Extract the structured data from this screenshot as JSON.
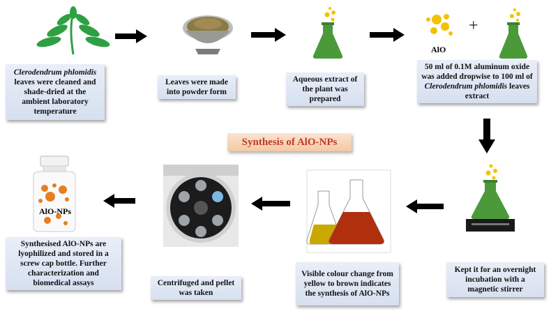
{
  "title": "Synthesis of AlO-NPs",
  "steps": [
    {
      "italic": "Clerodendrum phlomidis",
      "rest": "leaves were cleaned and shade-dried at the ambient laboratory temperature"
    },
    {
      "text": "Leaves were made into powder form"
    },
    {
      "text": "Aqueous extract of the plant was prepared"
    },
    {
      "before": "50 ml of 0.1M aluminum oxide was added dropwise to 100 ml of",
      "italic": "Clerodendrum phlomidis",
      "after": "leaves extract"
    },
    {
      "text": "Kept it for an overnight incubation with a magnetic stirrer"
    },
    {
      "text": "Visible colour change from yellow to brown indicates the synthesis of AlO-NPs"
    },
    {
      "text": "Centrifuged and pellet was taken"
    },
    {
      "text": "Synthesised AlO-NPs are lyophilized and stored in a screw cap bottle. Further characterization and biomedical assays"
    }
  ],
  "icons": {
    "aluminum_label": "AlO",
    "plus": "+",
    "bottle_label": "AlO-NPs"
  },
  "colors": {
    "leaf_green": "#2ea043",
    "flask_green": "#4a9a3a",
    "bubble_yellow": "#f2c200",
    "title_text": "#c0392b",
    "box_blue": "#dde5f3",
    "title_bg": "#f6d2b4",
    "arrow": "#000000"
  }
}
